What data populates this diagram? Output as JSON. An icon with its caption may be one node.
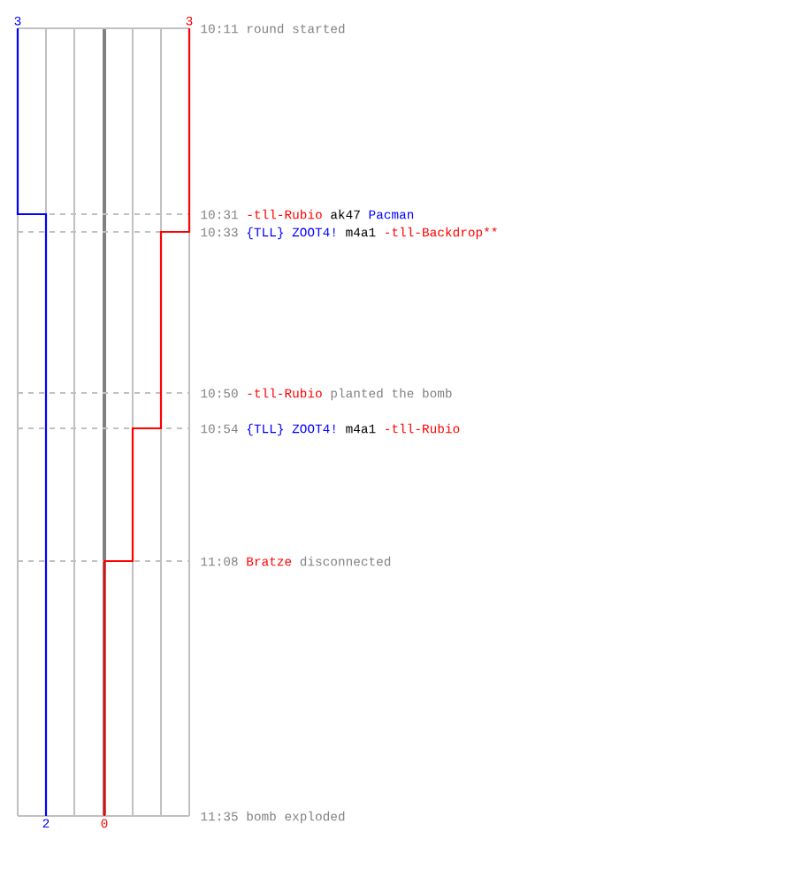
{
  "diagram": {
    "labels": [
      "3",
      "3",
      "10:11",
      "round started",
      "10:31",
      "-tll-Rubio",
      "ak47",
      "Pacman",
      "10:33",
      "{TLL} ZOOT4!",
      "m4a1",
      "-tll-Backdrop**",
      "10:50",
      "-tll-Rubio",
      "planted the bomb",
      "10:54",
      "{TLL} ZOOT4!",
      "m4a1",
      "-tll-Rubio",
      "11:08",
      "Bratze",
      "disconnected",
      "2",
      "0",
      "11:35",
      "bomb exploded"
    ]
  }
}
